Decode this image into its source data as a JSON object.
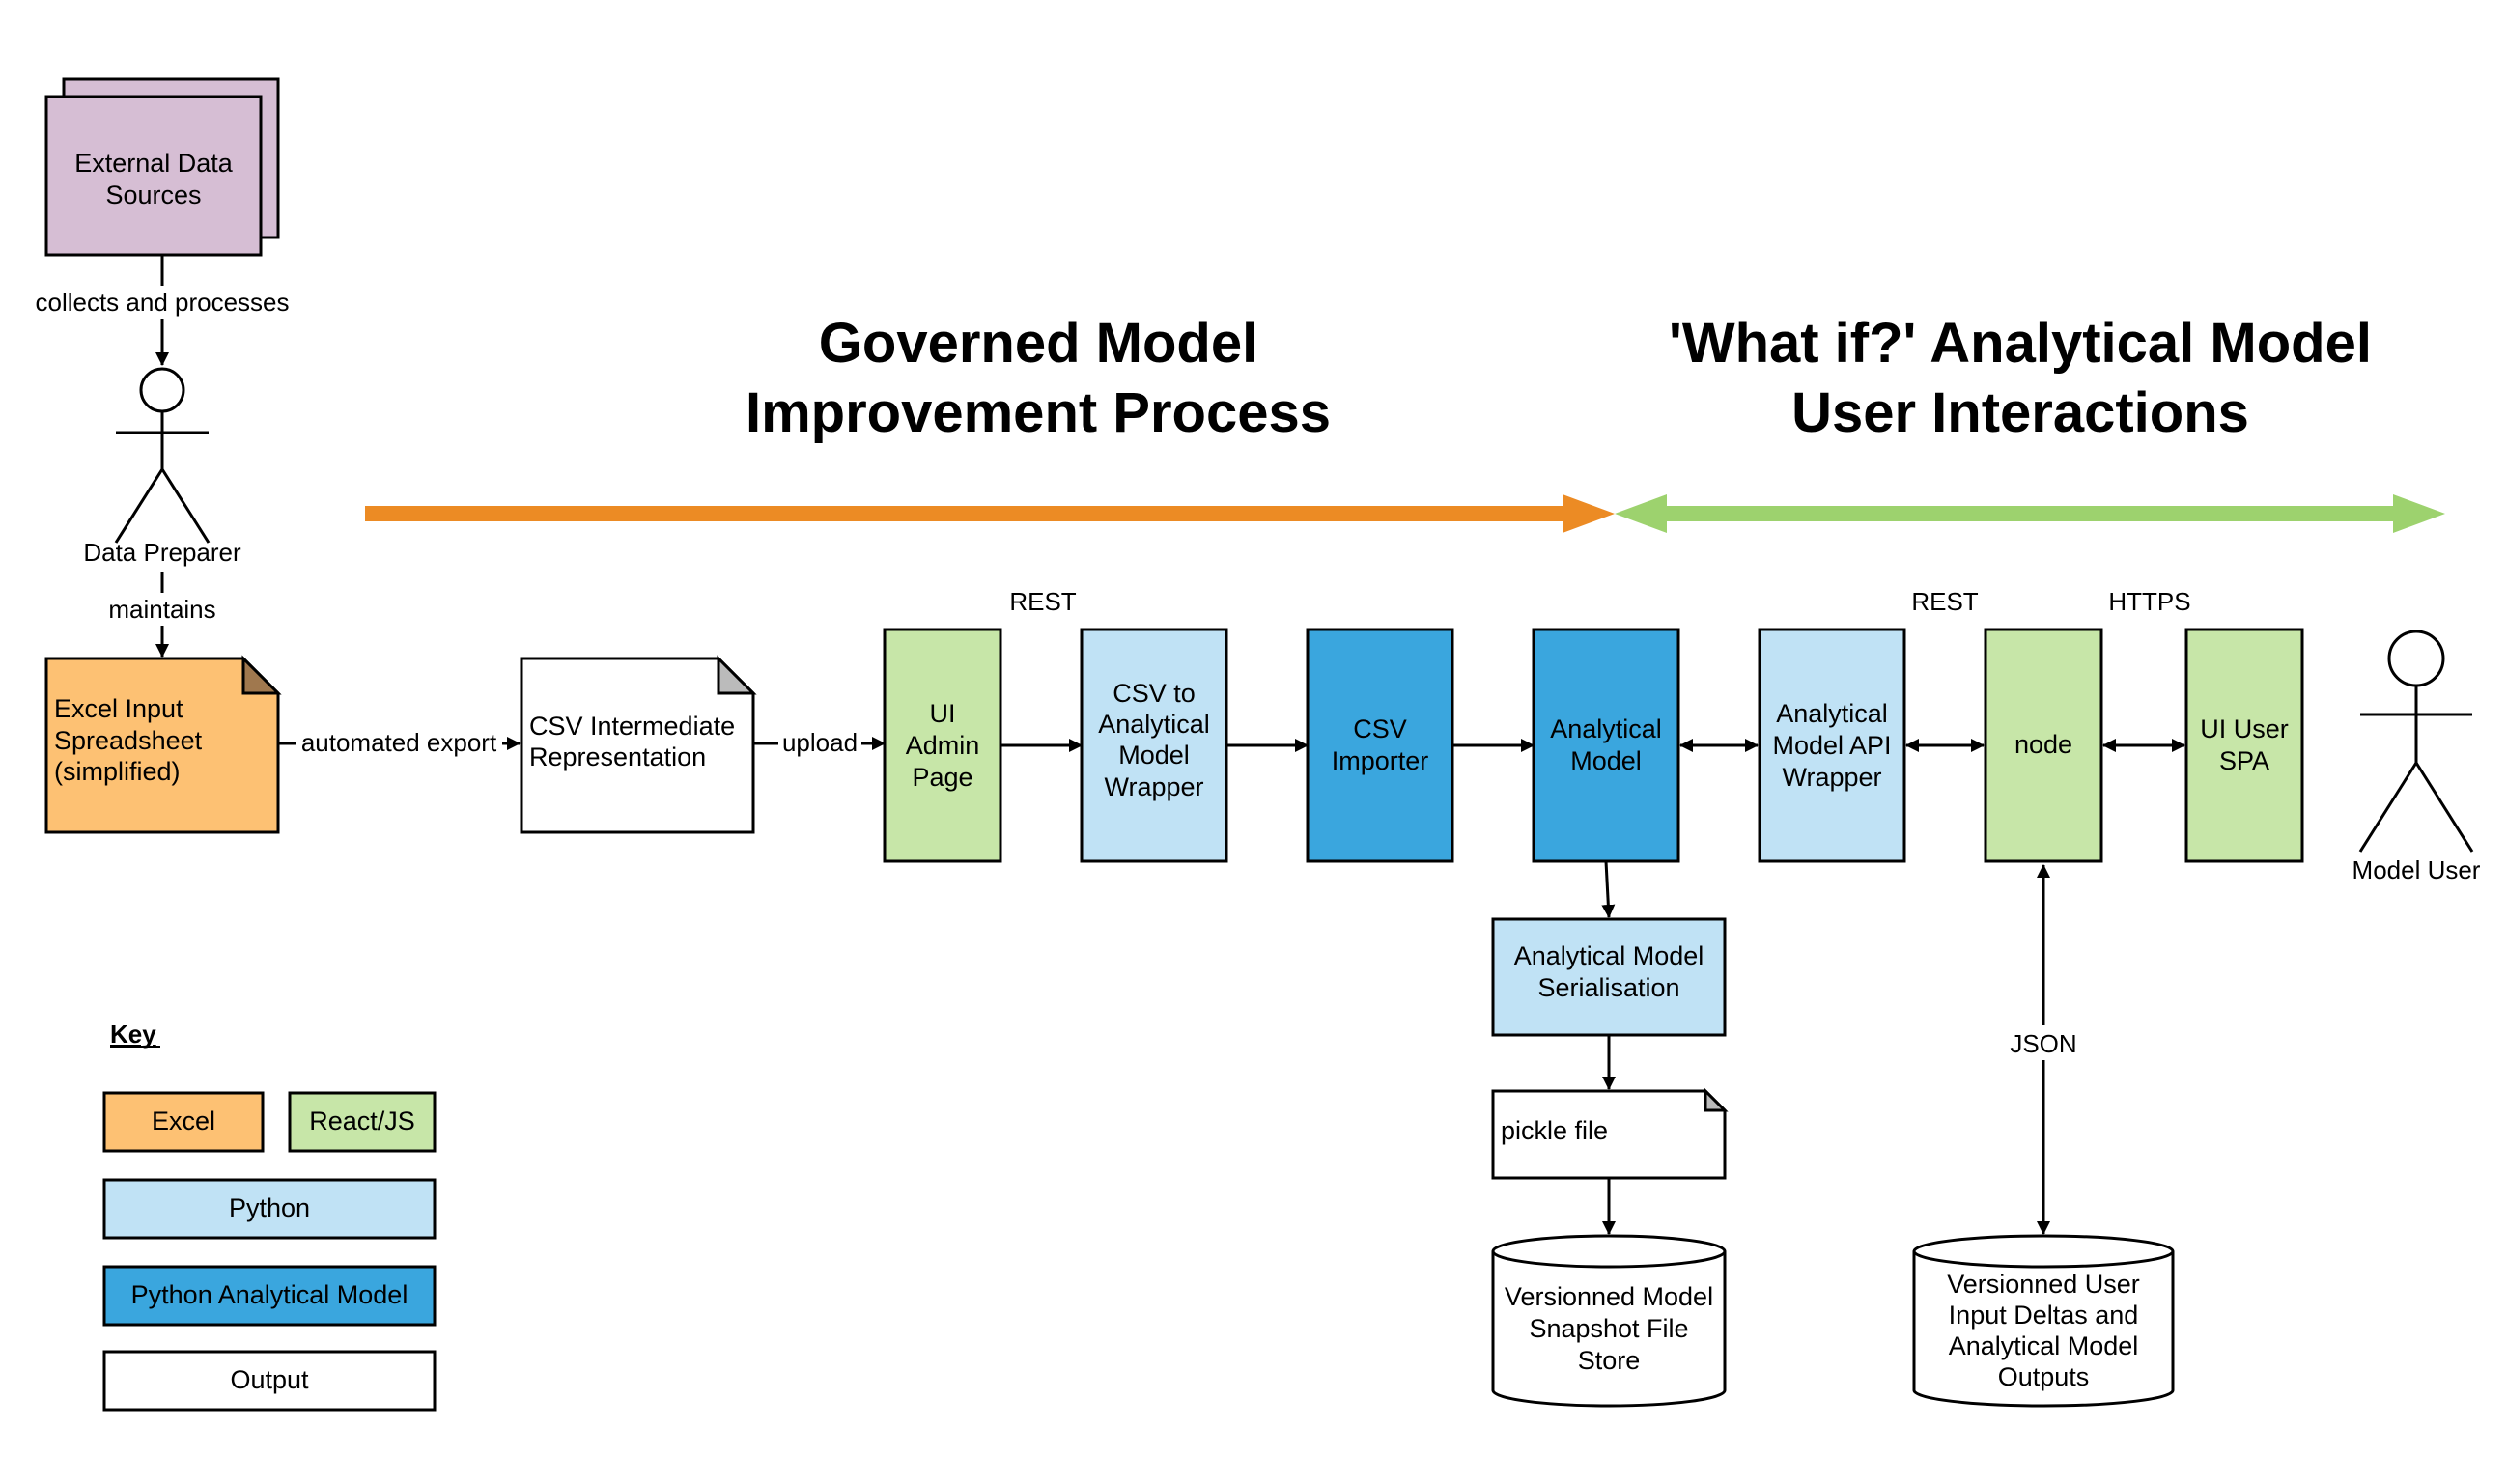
{
  "titles": {
    "governed": [
      "Governed Model",
      "Improvement Process"
    ],
    "whatif": [
      "'What if?' Analytical Model",
      "User Interactions"
    ]
  },
  "colors": {
    "excel": "#FDC173",
    "react": "#C7E6A8",
    "python": "#C0E2F5",
    "python_model": "#3AA6DE",
    "output": "#FFFFFF",
    "external": "#D6BED4",
    "orange_arrow": "#EC8B24",
    "green_arrow": "#9DD26E"
  },
  "nodes": {
    "external_sources": [
      "External Data",
      "Sources"
    ],
    "data_preparer": "Data Preparer",
    "model_user": "Model User",
    "excel_input": [
      "Excel Input",
      "Spreadsheet",
      "(simplified)"
    ],
    "csv_intermediate": [
      "CSV Intermediate",
      "Representation"
    ],
    "ui_admin": [
      "UI",
      "Admin",
      "Page"
    ],
    "csv_wrapper": [
      "CSV to",
      "Analytical",
      "Model",
      "Wrapper"
    ],
    "csv_importer": [
      "CSV",
      "Importer"
    ],
    "analytical_model": [
      "Analytical",
      "Model"
    ],
    "api_wrapper": [
      "Analytical",
      "Model API",
      "Wrapper"
    ],
    "node": "node",
    "ui_spa": [
      "UI User",
      "SPA"
    ],
    "serialisation": [
      "Analytical Model",
      "Serialisation"
    ],
    "pickle": "pickle file",
    "snapshot_store": [
      "Versionned Model",
      "Snapshot File",
      "Store"
    ],
    "user_store": [
      "Versionned User",
      "Input Deltas and",
      "Analytical Model",
      "Outputs"
    ]
  },
  "edges": {
    "collects": "collects and processes",
    "maintains": "maintains",
    "automated_export": "automated export",
    "upload": "upload",
    "rest_left": "REST",
    "rest_right": "REST",
    "https": "HTTPS",
    "json": "JSON"
  },
  "key": {
    "title": "Key",
    "excel": "Excel",
    "react": "React/JS",
    "python": "Python",
    "python_model": "Python Analytical Model",
    "output": "Output"
  }
}
